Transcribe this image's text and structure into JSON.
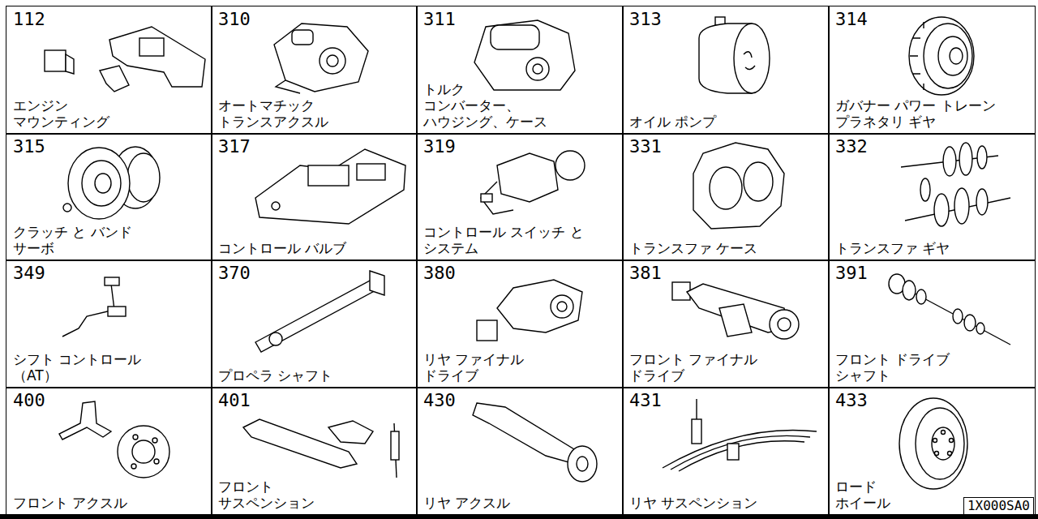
{
  "diagram": {
    "nodes": [
      {
        "text": [
          "112",
          "エンジン マウンティング"
        ]
      },
      {
        "text": [
          "310",
          "オートマチック トランスアクスル"
        ]
      },
      {
        "text": [
          "311",
          "トルク コンバーター、 ハウジング、ケース"
        ]
      },
      {
        "text": [
          "313",
          "オイル ポンプ"
        ]
      },
      {
        "text": [
          "314",
          "ガバナー パワー トレーン プラネタリ ギヤ"
        ]
      },
      {
        "text": [
          "315",
          "クラッチ と バンド サーボ"
        ]
      },
      {
        "text": [
          "317",
          "コントロール バルブ"
        ]
      },
      {
        "text": [
          "319",
          "コントロール スイッチ と システム"
        ]
      },
      {
        "text": [
          "331",
          "トランスファ ケース"
        ]
      },
      {
        "text": [
          "332",
          "トランスファ ギヤ"
        ]
      },
      {
        "text": [
          "349",
          "シフト コントロール （AT）"
        ]
      },
      {
        "text": [
          "370",
          "プロペラ シャフト"
        ]
      },
      {
        "text": [
          "380",
          "リヤ ファイナル ドライブ"
        ]
      },
      {
        "text": [
          "381",
          "フロント ファイナル ドライブ"
        ]
      },
      {
        "text": [
          "391",
          "フロント ドライブ シャフト"
        ]
      },
      {
        "text": [
          "400",
          "フロント アクスル"
        ]
      },
      {
        "text": [
          "401",
          "フロント サスペンション"
        ]
      },
      {
        "text": [
          "430",
          "リヤ アクスル"
        ]
      },
      {
        "text": [
          "431",
          "リヤ サスペンション"
        ]
      },
      {
        "text": [
          "433",
          "ロード ホイール"
        ]
      },
      {
        "text": [
          "1X000SA0"
        ]
      }
    ]
  }
}
